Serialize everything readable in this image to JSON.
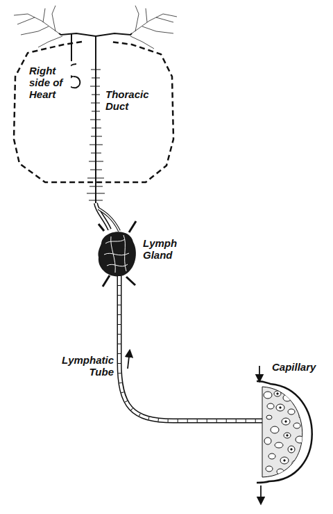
{
  "diagram": {
    "labels": [
      "Right side of Heart",
      "Thoracic Duct",
      "Lymph Gland",
      "Lymphatic Tube",
      "Capillary"
    ]
  }
}
